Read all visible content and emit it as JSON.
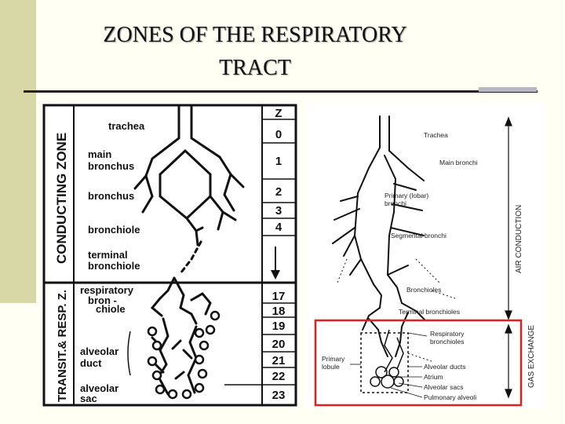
{
  "title": {
    "line1": "ZONES OF THE RESPIRATORY",
    "line2": "TRACT"
  },
  "left_figure": {
    "zone_conducting": "CONDUCTING ZONE",
    "zone_transit": "TRANSIT.& RESP. Z.",
    "generation_header": "Z",
    "structures": [
      {
        "label": "trachea",
        "gen": "0"
      },
      {
        "label": "main bronchus",
        "gen": "1"
      },
      {
        "label": "bronchus",
        "gen": "2"
      },
      {
        "label": "",
        "gen": "3"
      },
      {
        "label": "bronchiole",
        "gen": "4"
      },
      {
        "label": "terminal bronchiole",
        "gen": ""
      },
      {
        "label": "respiratory bron-chiole",
        "gen": "17"
      },
      {
        "label": "",
        "gen": "18"
      },
      {
        "label": "",
        "gen": "19"
      },
      {
        "label": "alveolar duct",
        "gen": "20"
      },
      {
        "label": "",
        "gen": "21"
      },
      {
        "label": "",
        "gen": "22"
      },
      {
        "label": "alveolar sac",
        "gen": "23"
      }
    ],
    "label_lines": {
      "main_1": "main",
      "main_2": "bronchus",
      "term_1": "terminal",
      "term_2": "bronchiole",
      "resp_1": "respiratory",
      "resp_2": "bron -",
      "resp_3": "chiole",
      "duct_1": "alveolar",
      "duct_2": "duct",
      "sac_1": "alveolar",
      "sac_2": "sac"
    }
  },
  "right_figure": {
    "labels": {
      "trachea": "Trachea",
      "main_bronchi": "Main bronchi",
      "primary_1": "Primary (lobar)",
      "primary_2": "bronchi",
      "segmental": "Segmental bronchi",
      "bronchioles": "Bronchioles",
      "terminal": "Terminal bronchioles",
      "resp_1": "Respiratory",
      "resp_2": "bronchioles",
      "lobule_1": "Primary",
      "lobule_2": "lobule",
      "ducts": "Alveolar ducts",
      "atrium": "Atrium",
      "sacs": "Alveolar sacs",
      "alveoli": "Pulmonary alveoli"
    },
    "air_conduction": "AIR CONDUCTION",
    "gas_exchange": "GAS EXCHANGE",
    "highlight_color": "#e02020"
  }
}
